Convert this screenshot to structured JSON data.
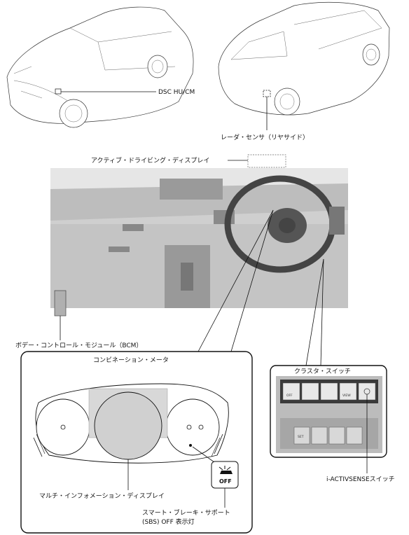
{
  "labels": {
    "dsc": "DSC HU/CM",
    "radar": "レーダ・センサ（リヤサイド）",
    "active_display": "アクティブ・ドライビング・ディスプレイ",
    "bcm": "ボデー・コントロール・モジュール（BCM）",
    "combination_meter": "コンビネーション・メータ",
    "cluster_switch": "クラスタ・スイッチ",
    "multi_info_display": "マルチ・インフォメーション・ディスプレイ",
    "sbs_off_line1": "スマート・ブレーキ・サポート",
    "sbs_off_line2": "(SBS) OFF 表示灯",
    "iactivsense_switch": "i-ACTIVSENSEスイッチ"
  },
  "switch_labels": {
    "sw1": "OFF",
    "sw5": "VIEW",
    "sw_bottom1": "SET"
  },
  "indicator": {
    "off_text": "OFF"
  },
  "colors": {
    "photo_gray": "#cfcfcf",
    "display_fill": "#d8d8d8",
    "line": "#111111"
  }
}
